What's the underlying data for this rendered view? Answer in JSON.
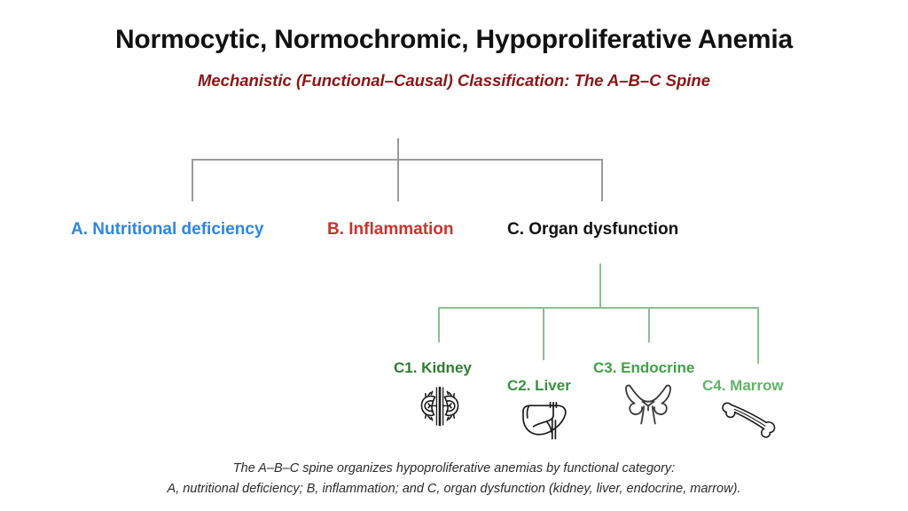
{
  "title": "Normocytic, Normochromic, Hypoproliferative Anemia",
  "subtitle": "Mechanistic (Functional–Causal) Classification: The A–B–C Spine",
  "colors": {
    "title": "#111111",
    "subtitle": "#8c1616",
    "branch_a": "#2e86de",
    "branch_b": "#c9342c",
    "branch_c": "#111111",
    "connector_top": "#9a9a9a",
    "connector_organ": "#8cbf93",
    "c1": "#2e7d32",
    "c2": "#3a9142",
    "c3": "#43a047",
    "c4": "#5fb566"
  },
  "branches": [
    {
      "id": "a",
      "label": "A. Nutritional deficiency",
      "color": "#2e86de"
    },
    {
      "id": "b",
      "label": "B. Inflammation",
      "color": "#c9342c"
    },
    {
      "id": "c",
      "label": "C. Organ dysfunction",
      "color": "#111111"
    }
  ],
  "organs": [
    {
      "id": "c1",
      "label": "C1. Kidney",
      "color": "#2e7d32",
      "icon": "kidney-icon"
    },
    {
      "id": "c2",
      "label": "C2. Liver",
      "color": "#3a9142",
      "icon": "liver-icon"
    },
    {
      "id": "c3",
      "label": "C3. Endocrine",
      "color": "#43a047",
      "icon": "endocrine-icon"
    },
    {
      "id": "c4",
      "label": "C4. Marrow",
      "color": "#5fb566",
      "icon": "bone-icon"
    }
  ],
  "caption": {
    "line1": "The A–B–C spine organizes hypoproliferative anemias by functional category:",
    "line2": "A, nutritional deficiency; B, inflammation; and C, organ dysfunction (kidney, liver, endocrine, marrow)."
  }
}
